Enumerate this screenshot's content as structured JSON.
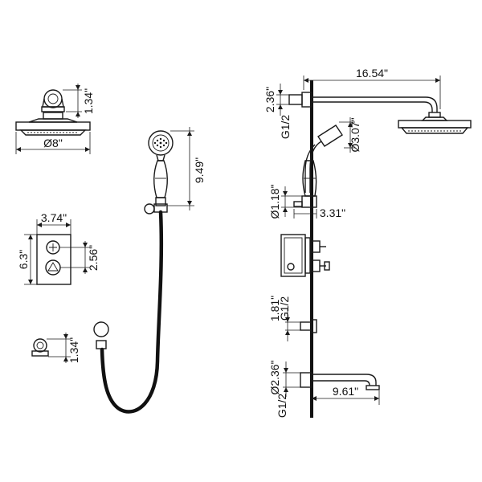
{
  "head_mount": {
    "height_dim": "1.34\""
  },
  "shower_head": {
    "diameter_dim": "Ø8\""
  },
  "hand_shower": {
    "length_dim": "9.49\""
  },
  "valve_plate": {
    "width_dim": "3.74\"",
    "height_dim": "6.3\"",
    "spacing_dim": "2.56\""
  },
  "hose_outlet": {
    "height_dim": "1.34\""
  },
  "side_view": {
    "arm_length_dim": "16.54\"",
    "arm_height_dim": "2.36\"",
    "arm_thread_dim": "G1/2",
    "hand_dia_dim": "Ø3.07\"",
    "holder_dia_dim": "Ø1.18\"",
    "holder_depth_dim": "3.31\"",
    "outlet_height_dim": "1.81\"",
    "outlet_thread_dim": "G1/2",
    "spout_dia_dim": "Ø2.36\"",
    "spout_thread_dim": "G1/2",
    "spout_length_dim": "9.61\""
  }
}
